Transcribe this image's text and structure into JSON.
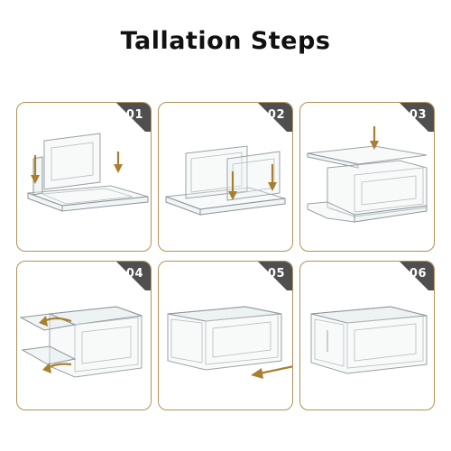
{
  "title": "Tallation Steps",
  "accent_color": "#b39257",
  "badge_color": "#4f4f4f",
  "arrow_color": "#a87f2e",
  "steps": [
    {
      "number": "01"
    },
    {
      "number": "02"
    },
    {
      "number": "03"
    },
    {
      "number": "04"
    },
    {
      "number": "05"
    },
    {
      "number": "06"
    }
  ]
}
